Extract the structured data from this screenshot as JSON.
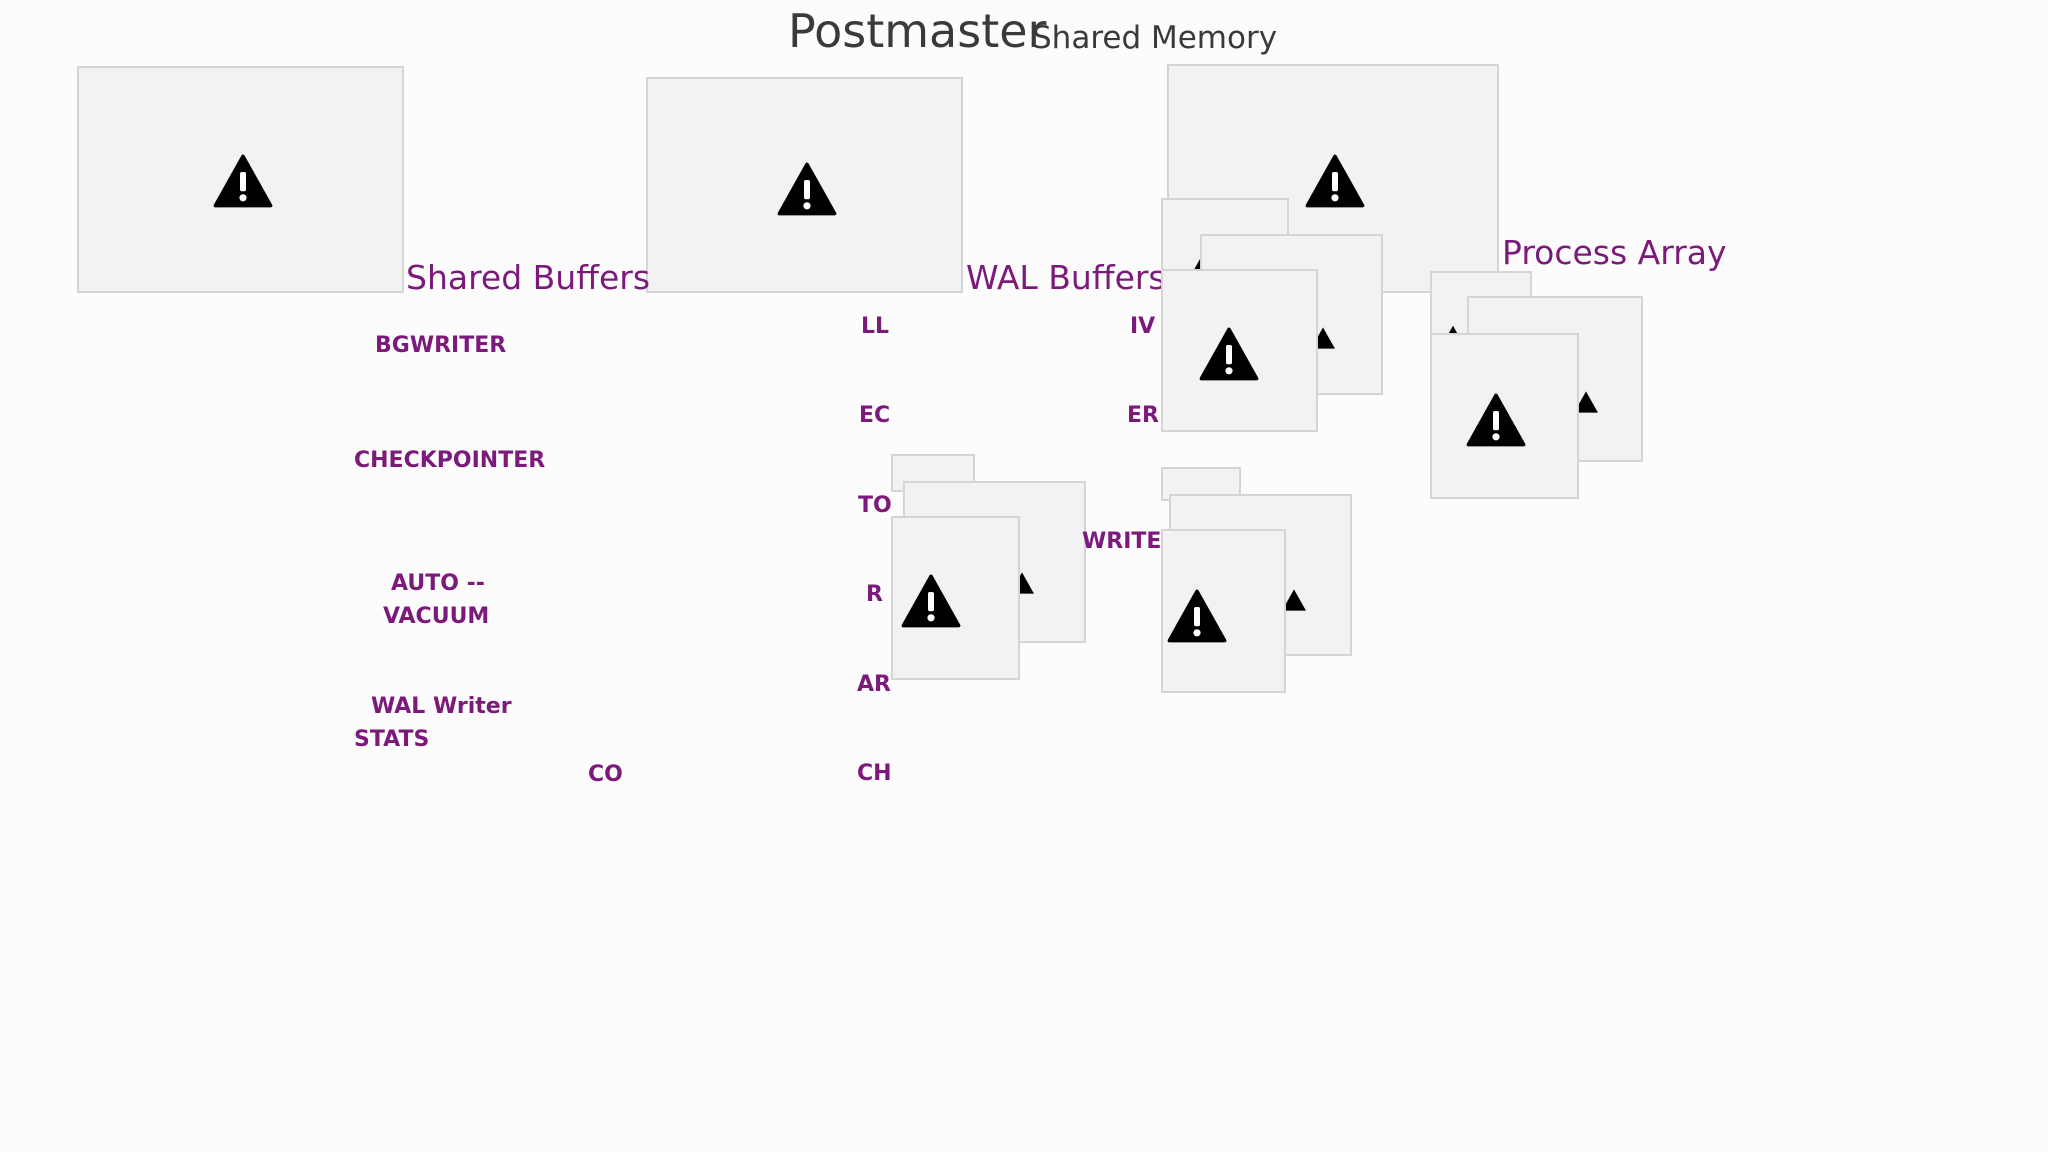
{
  "title": {
    "main": "Postmaster",
    "sub": "Shared Memory"
  },
  "shared_memory_labels": {
    "shared_buffers": "Shared Buffers",
    "wal_buffers": "WAL Buffers",
    "process_array": "Process Array"
  },
  "processes": {
    "bgwriter": "BGWRITER",
    "checkpointer": "CHECKPOINTER",
    "autovacuum_line1": "AUTO --",
    "autovacuum_line2": "VACUUM",
    "wal_writer": "WAL Writer",
    "stats": "STATS",
    "co": "CO"
  },
  "truncated_labels": {
    "col_a": [
      "LL",
      "EC",
      "TO",
      "R",
      "AR",
      "CH"
    ],
    "col_b": [
      "IV",
      "ER"
    ],
    "writer": "WRITER"
  },
  "icons": {
    "placeholder": "warning-triangle-icon"
  },
  "colors": {
    "accent": "#7b1a7b",
    "title": "#3a3a3a",
    "placeholder_bg": "#f2f2f3",
    "placeholder_border": "#d5d5d8"
  }
}
